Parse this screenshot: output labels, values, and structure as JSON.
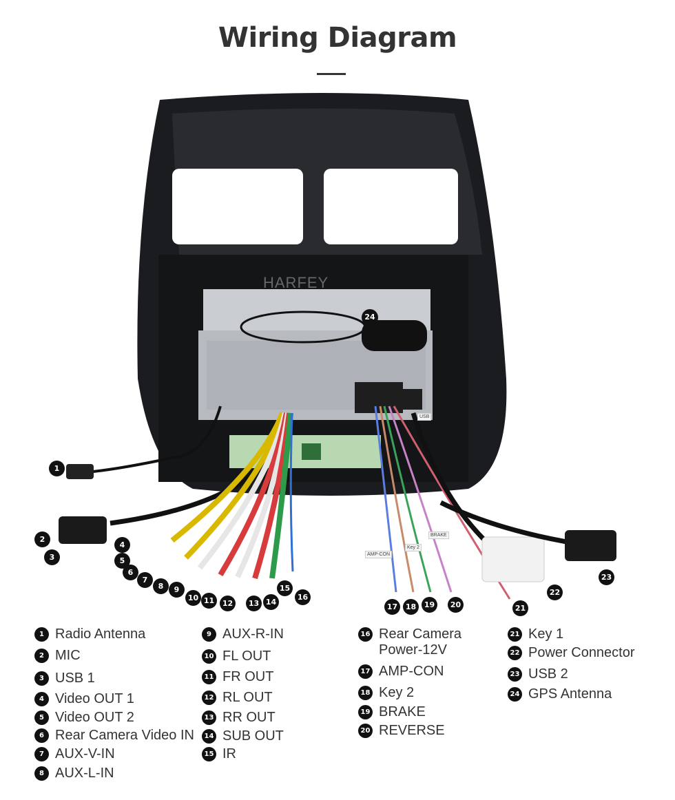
{
  "title": "Wiring Diagram",
  "watermark": "HARFEY",
  "tags": {
    "amp_con": "AMP-CON",
    "key2": "Key 2",
    "brake": "BRAKE",
    "usb": "USB"
  },
  "markers": [
    "1",
    "2",
    "3",
    "4",
    "5",
    "6",
    "7",
    "8",
    "9",
    "10",
    "11",
    "12",
    "13",
    "14",
    "15",
    "16",
    "17",
    "18",
    "19",
    "20",
    "21",
    "22",
    "23",
    "24"
  ],
  "legend": [
    {
      "num": "1",
      "label": "Radio Antenna"
    },
    {
      "num": "2",
      "label": "MIC"
    },
    {
      "num": "3",
      "label": "USB 1"
    },
    {
      "num": "4",
      "label": "Video OUT 1"
    },
    {
      "num": "5",
      "label": "Video OUT 2"
    },
    {
      "num": "6",
      "label": "Rear Camera Video IN"
    },
    {
      "num": "7",
      "label": "AUX-V-IN"
    },
    {
      "num": "8",
      "label": "AUX-L-IN"
    },
    {
      "num": "9",
      "label": "AUX-R-IN"
    },
    {
      "num": "10",
      "label": "FL OUT"
    },
    {
      "num": "11",
      "label": "FR OUT"
    },
    {
      "num": "12",
      "label": "RL OUT"
    },
    {
      "num": "13",
      "label": "RR OUT"
    },
    {
      "num": "14",
      "label": "SUB OUT"
    },
    {
      "num": "15",
      "label": "IR"
    },
    {
      "num": "16",
      "label": "Rear Camera Power-12V"
    },
    {
      "num": "17",
      "label": "AMP-CON"
    },
    {
      "num": "18",
      "label": "Key 2"
    },
    {
      "num": "19",
      "label": "BRAKE"
    },
    {
      "num": "20",
      "label": "REVERSE"
    },
    {
      "num": "21",
      "label": "Key 1"
    },
    {
      "num": "22",
      "label": "Power Connector"
    },
    {
      "num": "23",
      "label": "USB 2"
    },
    {
      "num": "24",
      "label": "GPS Antenna"
    }
  ]
}
